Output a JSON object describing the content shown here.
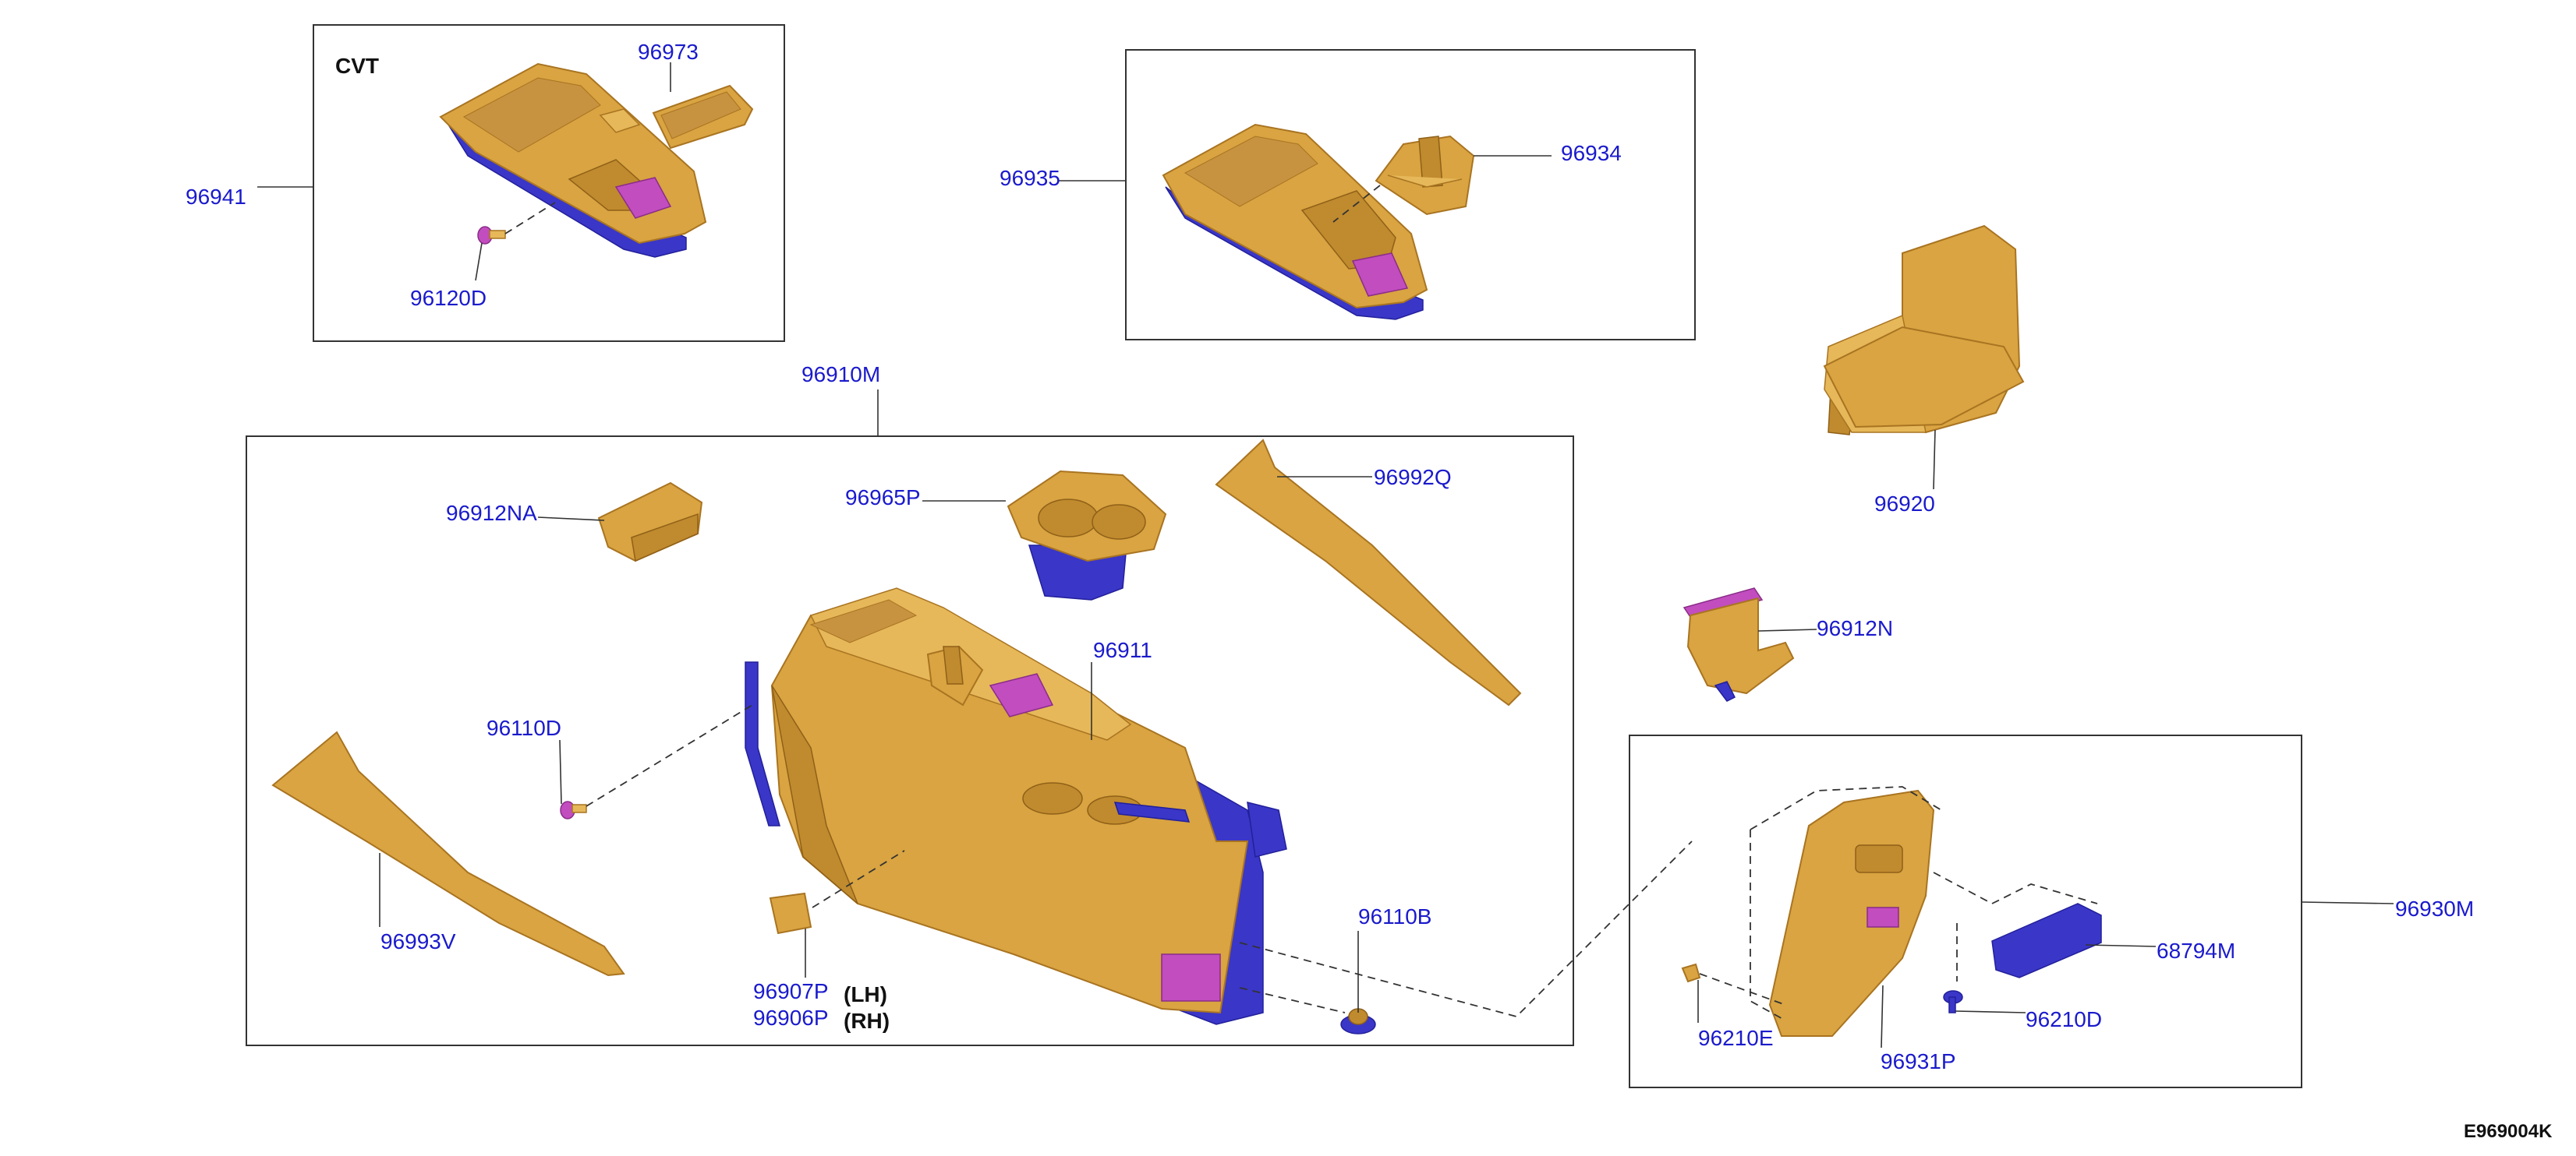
{
  "figure_code": "E969004K",
  "labels": {
    "cvt": "CVT",
    "lh": "(LH)",
    "rh": "(RH)"
  },
  "part_numbers": {
    "p96973": "96973",
    "p96941": "96941",
    "p96120D": "96120D",
    "p96935": "96935",
    "p96934": "96934",
    "p96920": "96920",
    "p96910M": "96910M",
    "p96912NA": "96912NA",
    "p96965P": "96965P",
    "p96992Q": "96992Q",
    "p96911": "96911",
    "p96110D": "96110D",
    "p96993V": "96993V",
    "p96907P": "96907P",
    "p96906P": "96906P",
    "p96110B": "96110B",
    "p96912N": "96912N",
    "p96930M": "96930M",
    "p68794M": "68794M",
    "p96210E": "96210E",
    "p96210D": "96210D",
    "p96931P": "96931P"
  },
  "colors": {
    "part_number_text": "#1a1acc",
    "part_body": "#d9a441",
    "bracket": "#3a36c8",
    "accent": "#c24dbf"
  }
}
